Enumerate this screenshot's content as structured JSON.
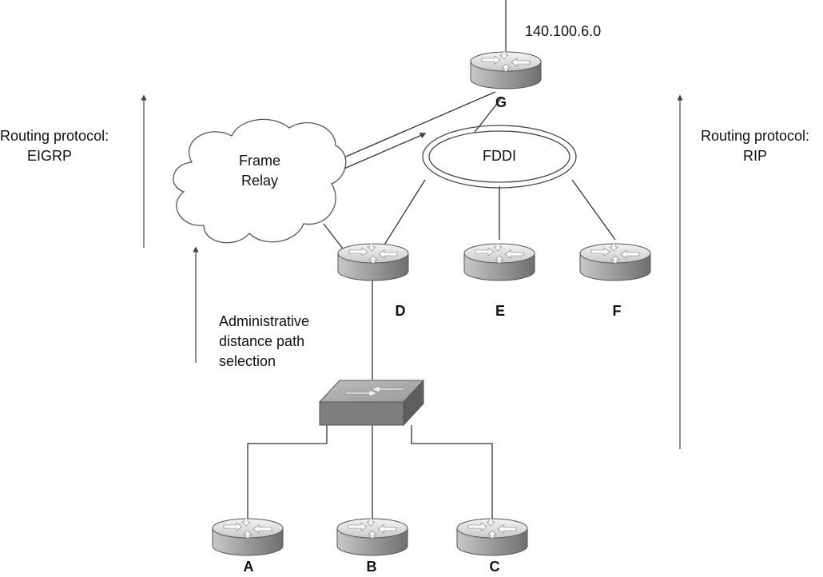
{
  "network_label": "140.100.6.0",
  "left_protocol": {
    "line1": "Routing protocol:",
    "line2": "EIGRP"
  },
  "right_protocol": {
    "line1": "Routing protocol:",
    "line2": "RIP"
  },
  "cloud": {
    "line1": "Frame",
    "line2": "Relay"
  },
  "ring_label": "FDDI",
  "admin_note": {
    "line1": "Administrative",
    "line2": "distance path",
    "line3": "selection"
  },
  "routers": {
    "g": "G",
    "d": "D",
    "e": "E",
    "f": "F",
    "a": "A",
    "b": "B",
    "c": "C"
  },
  "colors": {
    "line": "#333333",
    "router_light": "#e8e8e8",
    "router_dark": "#7a7a7a",
    "switch": "#8a8a8a"
  }
}
